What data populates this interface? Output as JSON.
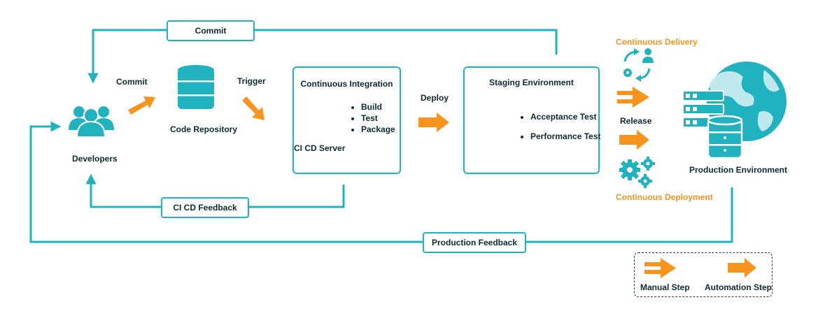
{
  "diagram": {
    "commit_loop_label": "Commit",
    "commit_label": "Commit",
    "trigger_label": "Trigger",
    "deploy_label": "Deploy",
    "release_label": "Release",
    "ci_cd_feedback_label": "CI CD Feedback",
    "production_feedback_label": "Production Feedback",
    "developers_label": "Developers",
    "code_repository_label": "Code Repository",
    "ci_box": {
      "title": "Continuous Integration",
      "server_label": "CI CD Server",
      "steps": [
        "Build",
        "Test",
        "Package"
      ]
    },
    "staging_box": {
      "title": "Staging Environment",
      "tests": [
        "Acceptance Test",
        "Performance Test"
      ]
    },
    "continuous_delivery_label": "Continuous Delivery",
    "continuous_deployment_label": "Continuous Deployment",
    "production_label": "Production Environment",
    "legend": {
      "manual_step_label": "Manual Step",
      "automation_step_label": "Automation Step"
    },
    "colors": {
      "teal": "#21b2bf",
      "orange": "#f7941d",
      "dark_text": "#0b2a33"
    },
    "icons": [
      "developers-icon",
      "database-icon",
      "ci-server-icon",
      "server-database-icon",
      "gears-icon",
      "globe-icon"
    ]
  }
}
